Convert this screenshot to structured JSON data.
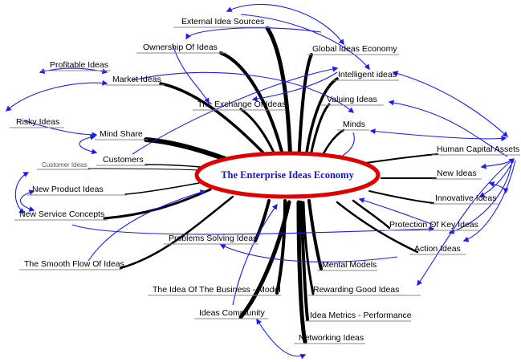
{
  "center": {
    "title": "The Enterprise Ideas Economy"
  },
  "nodes": {
    "external_idea_sources": "External Idea Sources",
    "ownership_of_ideas": "Ownership Of Ideas",
    "global_ideas_economy": "Global Ideas Economy",
    "profitable_ideas": "Profitable Ideas",
    "market_ideas": "Market Ideas",
    "intelligent_ideas": "Intelligent ideas",
    "the_exchange_of_ideas": "The Exchange Of Ideas",
    "valuing_ideas": "Valuing Ideas",
    "risky_ideas": "Risky Ideas",
    "minds": "Minds",
    "mind_share": "Mind Share",
    "customers": "Customers",
    "human_capital_assets": "Human Capital Assets",
    "customer_ideas": "Customer Ideas",
    "new_ideas": "New Ideas",
    "new_product_ideas": "New Product Ideas",
    "innovative_ideas": "Innovative Ideas",
    "new_service_concepts": "New Service Concepts",
    "protection_of_key_ideas": "Protection Of Key Ideas",
    "problems_solving_ideas": "Problems Solving Ideas",
    "action_ideas": "Action Ideas",
    "the_smooth_flow_of_ideas": "The Smooth Flow Of Ideas",
    "mental_models": "Mental Models",
    "rewarding_good_ideas": "Rewarding Good Ideas",
    "the_idea_of_the_business_model": "The Idea Of The Business - Model",
    "ideas_community": "Ideas Community",
    "idea_metrics_performance": "Idea Metrics - Performance",
    "networking_ideas": "Networking Ideas"
  },
  "colors": {
    "ellipse_border": "#e00000",
    "center_text": "#1515c8",
    "branch": "#000000",
    "cross_link": "#1a1aff"
  }
}
